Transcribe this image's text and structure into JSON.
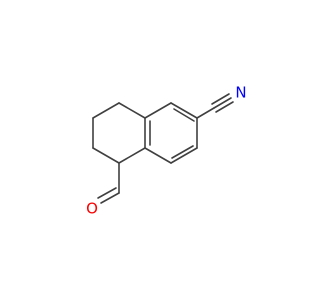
{
  "structure": {
    "atom_labels": [
      {
        "id": "nitrile-n",
        "text": "N",
        "color": "#0000ff"
      },
      {
        "id": "aldehyde-o",
        "text": "O",
        "color": "#ff0000"
      }
    ],
    "bond_color": "#404040"
  }
}
